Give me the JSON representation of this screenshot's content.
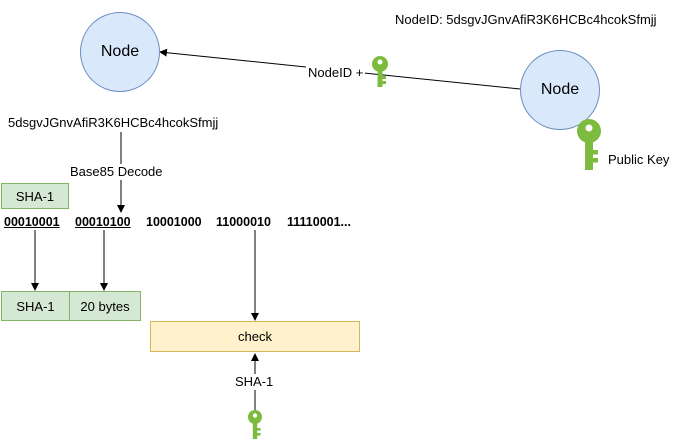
{
  "node_id_caption": "NodeID: 5dsgvJGnvAfiR3K6HCBc4hcokSfmjj",
  "nodes": {
    "left": "Node",
    "right": "Node"
  },
  "arrow_label": "NodeID +",
  "public_key_label": "Public Key",
  "encoded_id": "5dsgvJGnvAfiR3K6HCBc4hcokSfmjj",
  "decode_label": "Base85 Decode",
  "sha_top": "SHA-1",
  "bytes": [
    "00010001",
    "00010100",
    "10001000",
    "11000010",
    "11110001..."
  ],
  "sha_bottom": "SHA-1",
  "twenty_bytes": "20 bytes",
  "check_label": "check",
  "sha_key_label": "SHA-1",
  "colors": {
    "node_fill": "#dae8fc",
    "node_stroke": "#6c8ebf",
    "green_fill": "#d5e8d4",
    "green_stroke": "#82b366",
    "yellow_fill": "#fff2cc",
    "yellow_stroke": "#d6b656",
    "key": "#7dbb3e"
  },
  "icons": [
    "key-icon"
  ]
}
